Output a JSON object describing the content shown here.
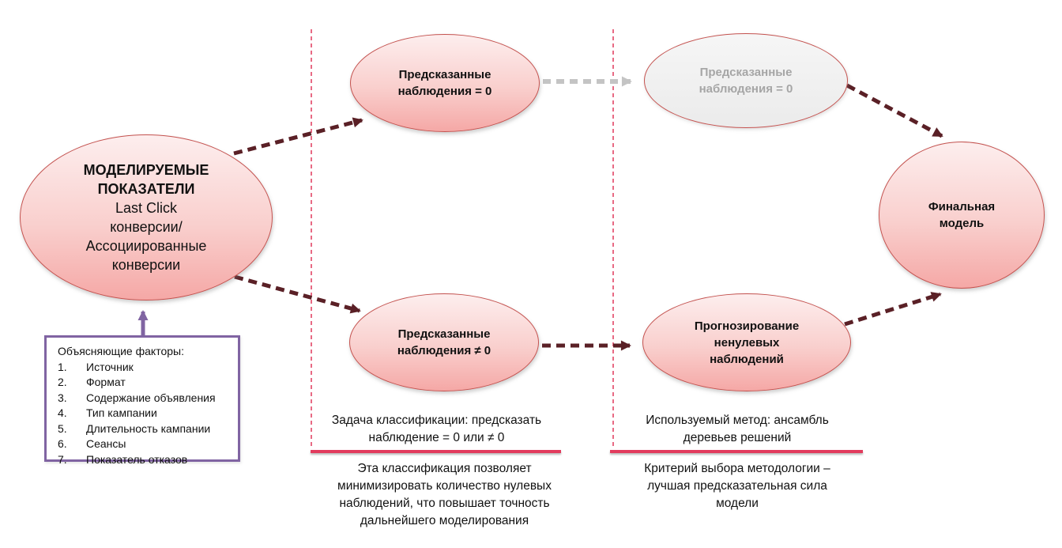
{
  "colors": {
    "node-fill-top": "#fdeeee",
    "node-fill-bottom": "#f5a8a6",
    "node-border": "#c4524f",
    "ghost-fill-top": "#f6f6f6",
    "ghost-fill-bottom": "#ebebeb",
    "ghost-text": "#a6a6a6",
    "arrow-dark": "#5a2026",
    "arrow-gray": "#c4c4c4",
    "purple": "#8064a2",
    "line-red": "#e23b5d"
  },
  "nodes": {
    "source": {
      "title": "МОДЕЛИРУЕМЫЕ\nПОКАЗАТЕЛИ",
      "body": "Last Click\nконверсии/\nАссоциированные\nконверсии"
    },
    "predicted_zero": {
      "label": "Предсказанные\nнаблюдения = 0"
    },
    "predicted_zero_ghost": {
      "label": "Предсказанные\nнаблюдения = 0"
    },
    "predicted_nonzero": {
      "label": "Предсказанные\nнаблюдения ≠ 0"
    },
    "forecast_nonzero": {
      "label": "Прогнозирование\nненулевых\nнаблюдений"
    },
    "final_model": {
      "label": "Финальная\nмодель"
    }
  },
  "factors_box": {
    "title": "Объясняющие факторы:",
    "items": [
      "Источник",
      "Формат",
      "Содержание объявления",
      "Тип кампании",
      "Длительность кампании",
      "Сеансы",
      "Показатель отказов"
    ]
  },
  "sections": {
    "classification": {
      "label": "Задача классификации: предсказать\nнаблюдение = 0 или ≠ 0",
      "note": "Эта классификация позволяет\nминимизировать количество нулевых\nнаблюдений, что повышает точность\nдальнейшего моделирования"
    },
    "method": {
      "label": "Используемый метод: ансамбль\nдеревьев решений",
      "note": "Критерий выбора методологии –\nлучшая предсказательная сила\nмодели"
    }
  }
}
